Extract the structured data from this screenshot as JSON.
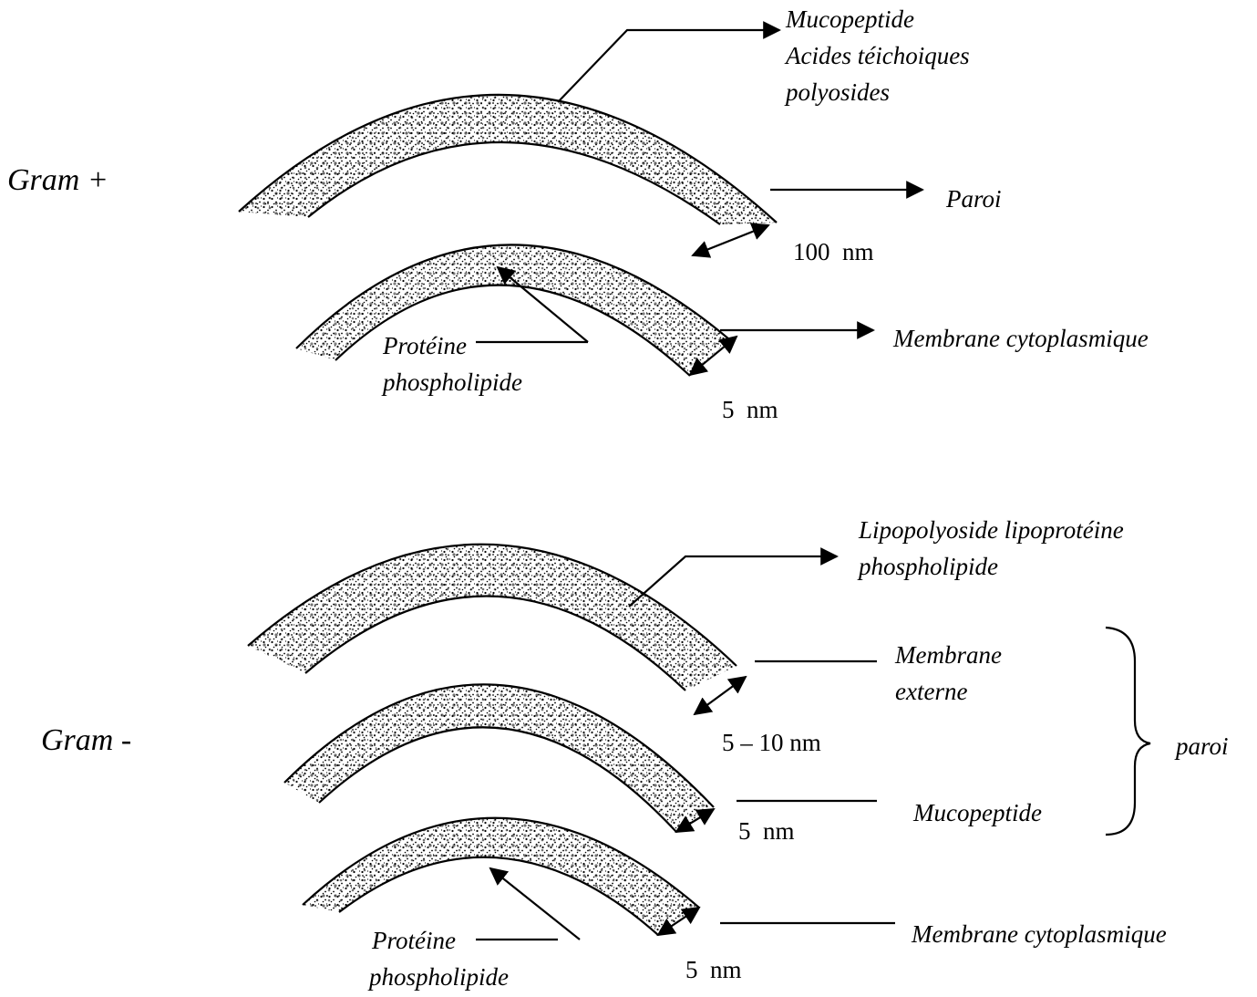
{
  "colors": {
    "ink": "#000000",
    "band_fill": "#dcdcdc",
    "background": "#ffffff"
  },
  "gram_positive": {
    "title": "Gram +",
    "wall_components": [
      "Mucopeptide",
      "Acides téichoiques",
      "polyosides"
    ],
    "wall_label": "Paroi",
    "wall_thickness": "100  nm",
    "membrane_components": [
      "Protéine",
      "phospholipide"
    ],
    "membrane_label": "Membrane cytoplasmique",
    "membrane_thickness": "5  nm"
  },
  "gram_negative": {
    "title": "Gram -",
    "outer_components": [
      "Lipopolyoside lipoprotéine",
      "phospholipide"
    ],
    "outer_membrane_label": [
      "Membrane",
      "externe"
    ],
    "outer_thickness": "5 – 10 nm",
    "mucopeptide_label": "Mucopeptide",
    "mucopeptide_thickness": "5  nm",
    "wall_group_label": "paroi",
    "membrane_components": [
      "Protéine",
      "phospholipide"
    ],
    "membrane_label": "Membrane cytoplasmique",
    "membrane_thickness": "5  nm"
  }
}
